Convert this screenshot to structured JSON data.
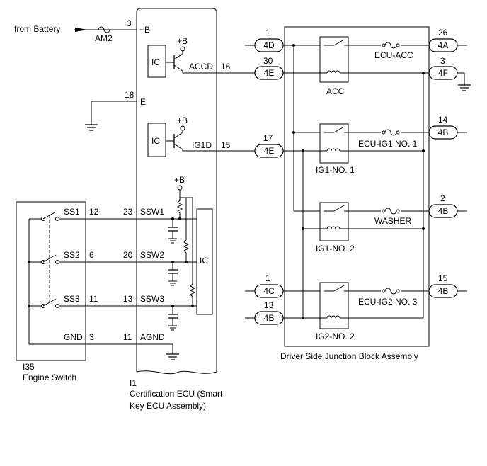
{
  "source": "from Battery",
  "fuse_am2": "AM2",
  "ecu": {
    "pin_b": "3",
    "b_label": "+B",
    "pin_e": "18",
    "e_label": "E",
    "ic1": "IC",
    "plus_b_1": "+B",
    "accd_label": "ACCD",
    "accd_pin": "16",
    "ic2": "IC",
    "plus_b_2": "+B",
    "ig1d_label": "IG1D",
    "ig1d_pin": "15",
    "plus_b_3": "+B",
    "ic3": "IC",
    "ssw1_pin": "23",
    "ssw1_label": "SSW1",
    "ssw2_pin": "20",
    "ssw2_label": "SSW2",
    "ssw3_pin": "13",
    "ssw3_label": "SSW3",
    "agnd_pin": "11",
    "agnd_label": "AGND",
    "code": "I1",
    "name_line1": "Certification ECU (Smart",
    "name_line2": "Key ECU Assembly)"
  },
  "engine_switch": {
    "ss1_label": "SS1",
    "ss1_pin": "12",
    "ss2_label": "SS2",
    "ss2_pin": "6",
    "ss3_label": "SS3",
    "ss3_pin": "11",
    "gnd_label": "GND",
    "gnd_pin": "3",
    "code": "I35",
    "name": "Engine Switch"
  },
  "junction_block": {
    "name": "Driver Side Junction Block Assembly",
    "left_connectors": [
      {
        "pin": "1",
        "conn": "4D"
      },
      {
        "pin": "30",
        "conn": "4E"
      },
      {
        "pin": "17",
        "conn": "4E"
      },
      {
        "pin": "1",
        "conn": "4C"
      },
      {
        "pin": "13",
        "conn": "4B"
      }
    ],
    "right_connectors": [
      {
        "pin": "26",
        "conn": "4A"
      },
      {
        "pin": "3",
        "conn": "4F"
      },
      {
        "pin": "14",
        "conn": "4B"
      },
      {
        "pin": "2",
        "conn": "4B"
      },
      {
        "pin": "15",
        "conn": "4B"
      }
    ],
    "relays": [
      "ACC",
      "IG1-NO. 1",
      "IG1-NO. 2",
      "IG2-NO. 2"
    ],
    "fuses": [
      "ECU-ACC",
      "ECU-IG1 NO. 1",
      "WASHER",
      "ECU-IG2 NO. 3"
    ]
  }
}
